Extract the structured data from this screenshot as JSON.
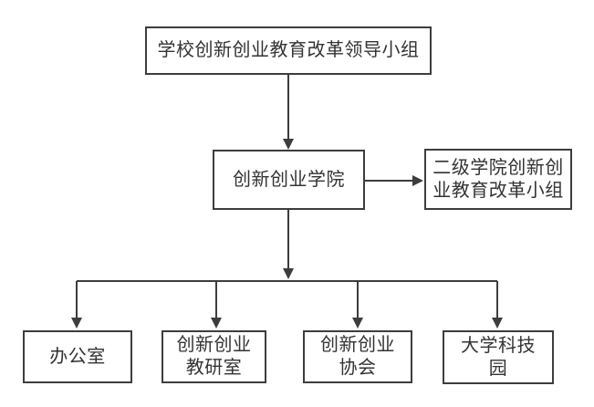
{
  "diagram": {
    "type": "org-chart",
    "colors": {
      "border": "#3d3d3d",
      "line": "#3d3d3d",
      "text": "#333333",
      "background": "#ffffff"
    },
    "nodes": {
      "root": {
        "label": "学校创新创业教育改革领导小组"
      },
      "college": {
        "label": "创新创业学院"
      },
      "secondary": {
        "label": "二级学院创新创\n业教育改革小组"
      },
      "office": {
        "label": "办公室"
      },
      "teaching": {
        "label": "创新创业\n教研室"
      },
      "association": {
        "label": "创新创业\n协会"
      },
      "park": {
        "label": "大学科技\n园"
      }
    },
    "edges": [
      {
        "from": "root",
        "to": "college",
        "arrow": true
      },
      {
        "from": "college",
        "to": "secondary",
        "arrow": true
      },
      {
        "from": "college",
        "to": "branch-junction",
        "arrow": true
      },
      {
        "from": "branch-junction",
        "to": "office",
        "arrow": true
      },
      {
        "from": "branch-junction",
        "to": "teaching",
        "arrow": true
      },
      {
        "from": "branch-junction",
        "to": "association",
        "arrow": true
      },
      {
        "from": "branch-junction",
        "to": "park",
        "arrow": true
      }
    ]
  }
}
